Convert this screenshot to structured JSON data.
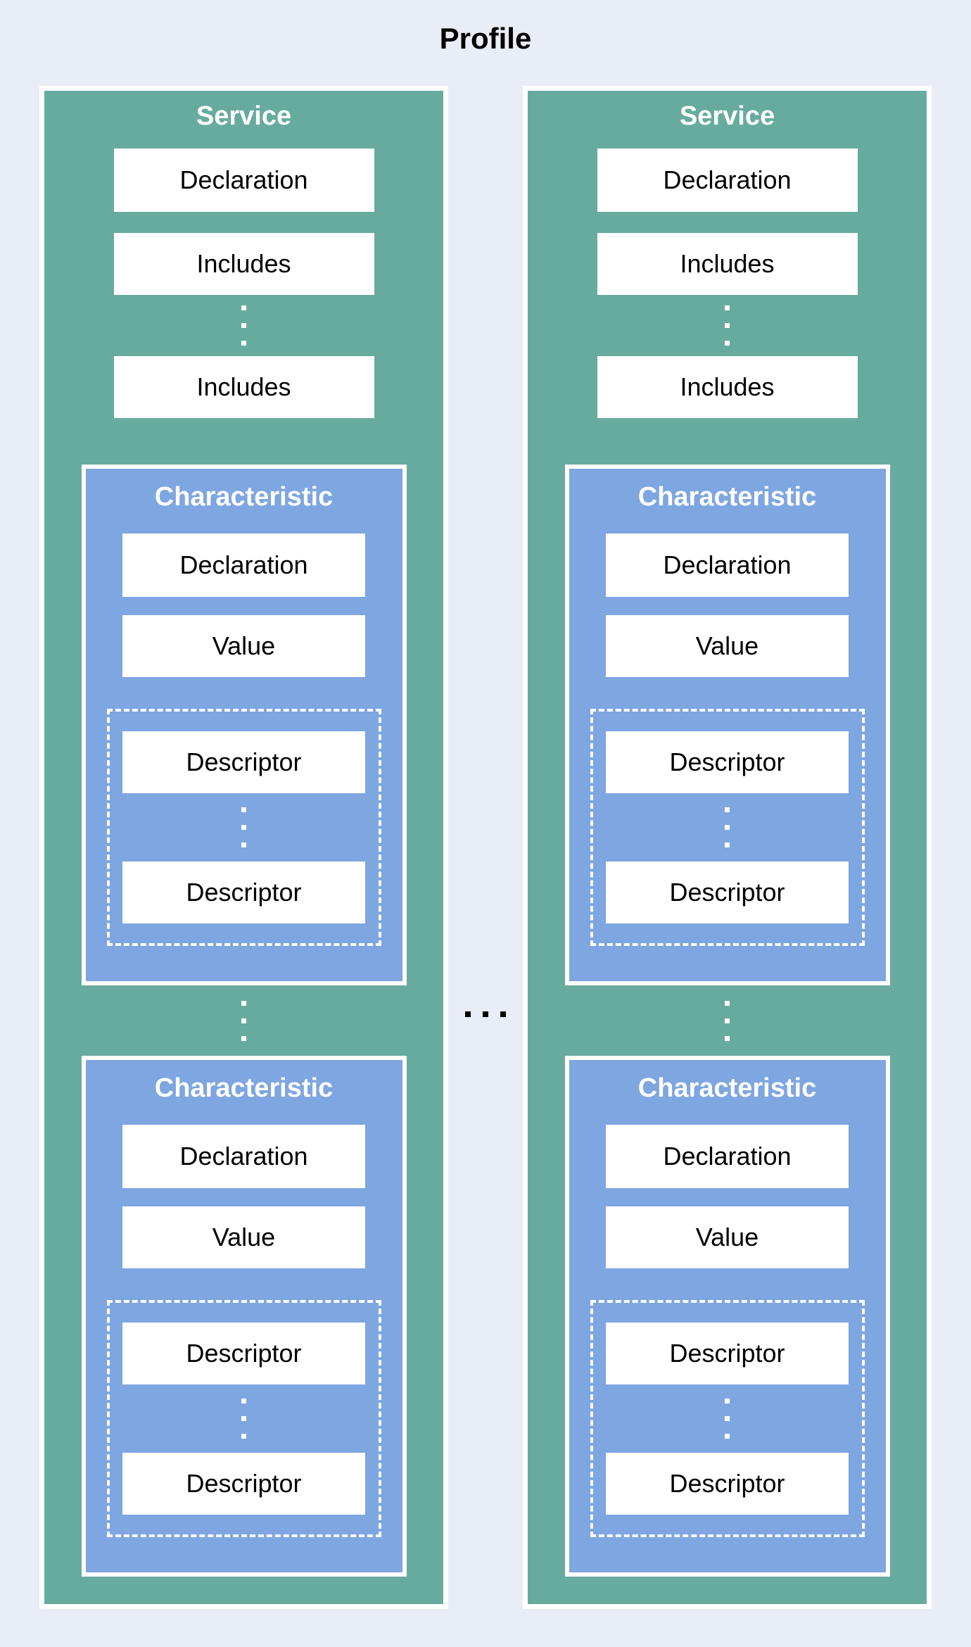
{
  "title": "Profile",
  "colors": {
    "background": "#e9edf5",
    "service_green": "#67ab9f",
    "characteristic_blue": "#7ea6e0",
    "box_white": "#ffffff",
    "label_black": "#000000",
    "header_white": "#ffffff"
  },
  "icons": {
    "vertical_ellipsis": "three-white-square-dots-stacked",
    "horizontal_ellipsis": "three-black-square-dots-row"
  },
  "services": [
    {
      "header": "Service",
      "declaration": "Declaration",
      "includes": [
        "Includes",
        "Includes"
      ],
      "characteristics": [
        {
          "header": "Characteristic",
          "declaration": "Declaration",
          "value": "Value",
          "descriptors": [
            "Descriptor",
            "Descriptor"
          ]
        },
        {
          "header": "Characteristic",
          "declaration": "Declaration",
          "value": "Value",
          "descriptors": [
            "Descriptor",
            "Descriptor"
          ]
        }
      ]
    },
    {
      "header": "Service",
      "declaration": "Declaration",
      "includes": [
        "Includes",
        "Includes"
      ],
      "characteristics": [
        {
          "header": "Characteristic",
          "declaration": "Declaration",
          "value": "Value",
          "descriptors": [
            "Descriptor",
            "Descriptor"
          ]
        },
        {
          "header": "Characteristic",
          "declaration": "Declaration",
          "value": "Value",
          "descriptors": [
            "Descriptor",
            "Descriptor"
          ]
        }
      ]
    }
  ]
}
